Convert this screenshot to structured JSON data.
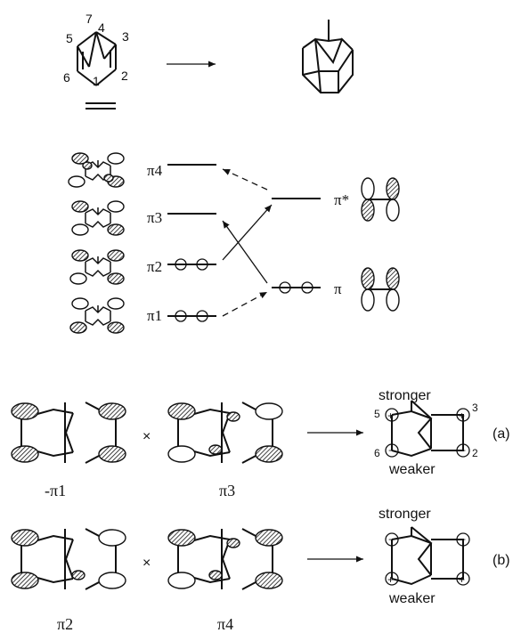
{
  "reaction": {
    "atom_labels": {
      "c7": "7",
      "c4": "4",
      "c5": "5",
      "c3": "3",
      "c6": "6",
      "c1": "1",
      "c2": "2"
    }
  },
  "mo_diagram": {
    "diene_levels": [
      "π4",
      "π3",
      "π2",
      "π1"
    ],
    "ethylene_levels": [
      "π*",
      "π"
    ]
  },
  "interactions": [
    {
      "left_label": "-π1",
      "right_label": "π3",
      "times": "×",
      "top_note": "stronger",
      "bottom_note": "weaker",
      "tag": "(a)",
      "atom_labels": {
        "c5": "5",
        "c3": "3",
        "c6": "6",
        "c2": "2"
      }
    },
    {
      "left_label": "π2",
      "right_label": "π4",
      "times": "×",
      "top_note": "stronger",
      "bottom_note": "weaker",
      "tag": "(b)"
    }
  ]
}
